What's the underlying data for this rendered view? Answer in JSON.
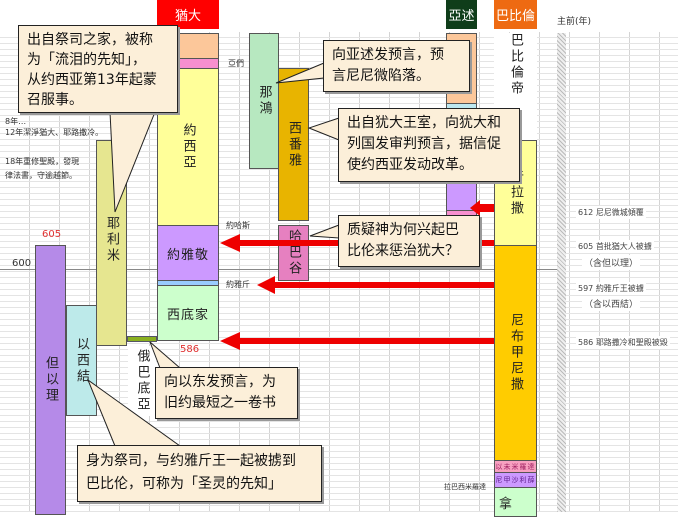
{
  "headers": {
    "judah": "猶大",
    "assyria": "亞述",
    "babylon": "巴比倫",
    "year_axis": "主前(年)"
  },
  "colors": {
    "judah": "#ff0000",
    "assyria": "#0f3d1a",
    "babylon": "#ee6a12",
    "arrow": "#ee0000"
  },
  "judah_kings": {
    "amon": "亞們",
    "josiah": "約西亞",
    "jehoahaz": "約哈斯",
    "jehoiakim": "約雅敬",
    "jehoiachin": "約雅斤",
    "zedekiah": "西底家"
  },
  "prophets": {
    "nahum": "那鴻",
    "zephaniah": "西番雅",
    "habakkuk": "哈巴谷",
    "jeremiah": "耶利米",
    "ezekiel": "以西結",
    "daniel": "但以理",
    "obadiah": "俄巴底亞"
  },
  "babylon": {
    "empire": "巴比倫帝",
    "nabopolassar": "普拉撒",
    "nebuchadnezzar": "尼布甲尼撒",
    "evil_merodach": "以未米羅達",
    "neriglissar": "尼甲沙利薛",
    "labashi": "拉巴西米羅達",
    "nabonidus": "拿"
  },
  "josiah_events": [
    "8年…",
    "12年潔淨猶大、耶路撒冷。",
    "18年重修聖殿，發現",
    "律法書，守逾越節。"
  ],
  "events": [
    {
      "text": "612 尼尼微城傾覆"
    },
    {
      "text": "605 首批猶大人被擄",
      "sub": "（含但以理）"
    },
    {
      "text": "597 約雅斤王被擄",
      "sub": "（含以西結）"
    },
    {
      "text": "586 耶路撒冷和聖殿被毀"
    }
  ],
  "years": {
    "y605": "605",
    "y600": "600",
    "y586": "586"
  },
  "callouts": {
    "jeremiah": [
      "出自祭司之家，被称",
      "为「流泪的先知」，",
      "从约西亚第13年起蒙",
      "召服事。"
    ],
    "nahum": [
      "向亚述发预言，预",
      "言尼尼微陷落。"
    ],
    "zephaniah": [
      "出自犹大王室，向犹大和",
      "列国发审判预言，据信促",
      "使约西亚发动改革。"
    ],
    "habakkuk": [
      "质疑神为何兴起巴",
      "比伦来惩治犹大？"
    ],
    "obadiah": [
      "向以东发预言，为",
      "旧约最短之一卷书"
    ],
    "ezekiel": [
      "身为祭司，与约雅斤王一起被掳到",
      "巴比伦，可称为「圣灵的先知」"
    ]
  }
}
